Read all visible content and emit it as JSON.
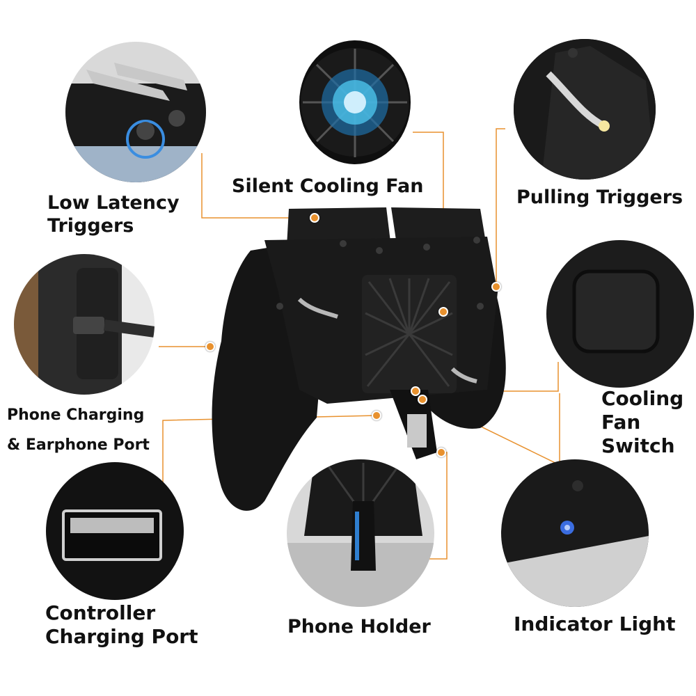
{
  "accent_color": "#e8912e",
  "features": {
    "low_latency_triggers": {
      "line1": "Low Latency",
      "line2": "Triggers",
      "icon": "trigger-closeup"
    },
    "silent_cooling_fan": {
      "label": "Silent Cooling Fan",
      "icon": "fan-closeup"
    },
    "pulling_triggers": {
      "label": "Pulling Triggers",
      "icon": "pull-trigger-closeup"
    },
    "phone_charging_port": {
      "line1": "Phone Charging",
      "line2": "& Earphone Port",
      "icon": "charging-cable-closeup"
    },
    "cooling_fan_switch": {
      "line1": "Cooling",
      "line2": "Fan",
      "line3": "Switch",
      "icon": "switch-button-closeup"
    },
    "controller_charging_port": {
      "line1": "Controller",
      "line2": "Charging Port",
      "icon": "usb-port-closeup"
    },
    "phone_holder": {
      "label": "Phone Holder",
      "icon": "phone-holder-closeup"
    },
    "indicator_light": {
      "label": "Indicator Light",
      "icon": "indicator-light-closeup"
    }
  }
}
